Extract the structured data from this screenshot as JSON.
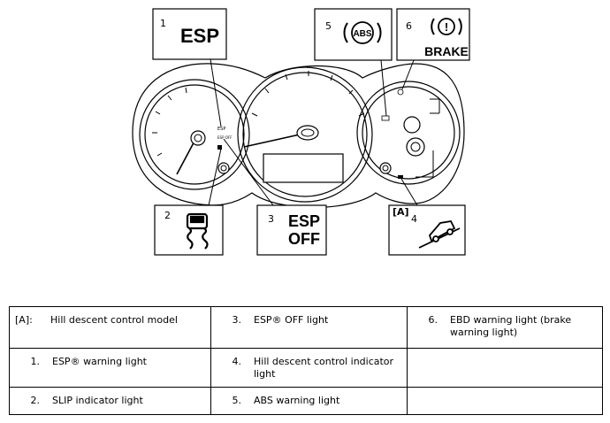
{
  "callouts": {
    "esp": {
      "number": "1",
      "symbol": "ESP"
    },
    "slip": {
      "number": "2"
    },
    "esp_off": {
      "number": "3",
      "line1": "ESP",
      "line2": "OFF"
    },
    "hill": {
      "number": "4",
      "tag": "[A]"
    },
    "abs": {
      "number": "5",
      "symbol": "ABS"
    },
    "brake": {
      "number": "6",
      "symbol": "!",
      "text": "BRAKE"
    }
  },
  "cluster": {
    "tiny_esp": "ESP",
    "tiny_esp_off": "ESP OFF"
  },
  "legend": {
    "rows": [
      [
        {
          "key": "[A]:",
          "value": "Hill descent control model"
        },
        {
          "key": "3.",
          "value": "ESP® OFF light"
        },
        {
          "key": "6.",
          "value": "EBD warning light (brake warning light)"
        }
      ],
      [
        {
          "key": "1.",
          "value": "ESP® warning light"
        },
        {
          "key": "4.",
          "value": "Hill descent control indicator light"
        },
        {
          "key": "",
          "value": ""
        }
      ],
      [
        {
          "key": "2.",
          "value": "SLIP indicator light"
        },
        {
          "key": "5.",
          "value": "ABS warning light"
        },
        {
          "key": "",
          "value": ""
        }
      ]
    ]
  }
}
